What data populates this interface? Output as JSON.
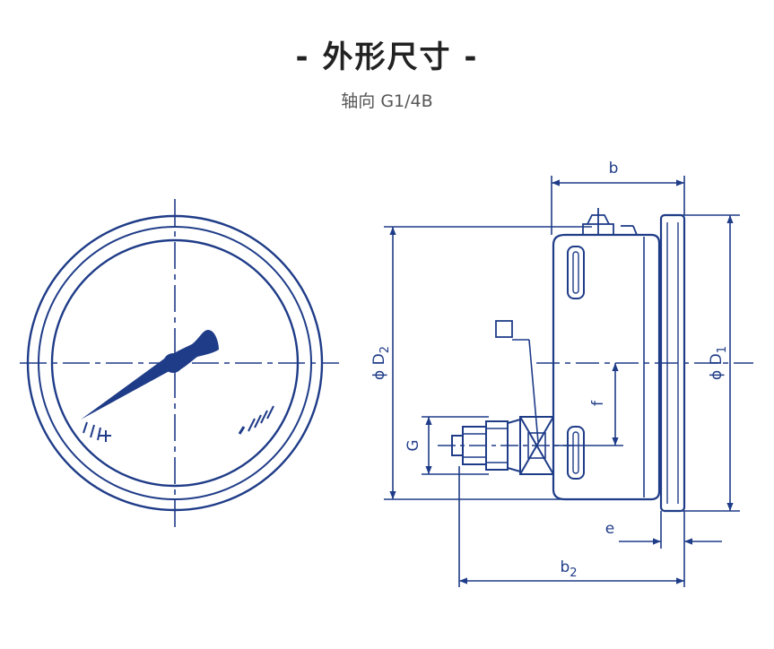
{
  "header": {
    "title": "- 外形尺寸 -",
    "subtitle": "轴向 G1/4B"
  },
  "colors": {
    "line": "#1f3c88",
    "title": "#222222",
    "subtitle": "#555555"
  },
  "dimensions": {
    "b": "b",
    "b2_main": "b",
    "b2_sub": "2",
    "D1_main": "ϕ D",
    "D1_sub": "1",
    "D2_main": "ϕ D",
    "D2_sub": "2",
    "f": "f",
    "G": "G",
    "e": "e"
  }
}
